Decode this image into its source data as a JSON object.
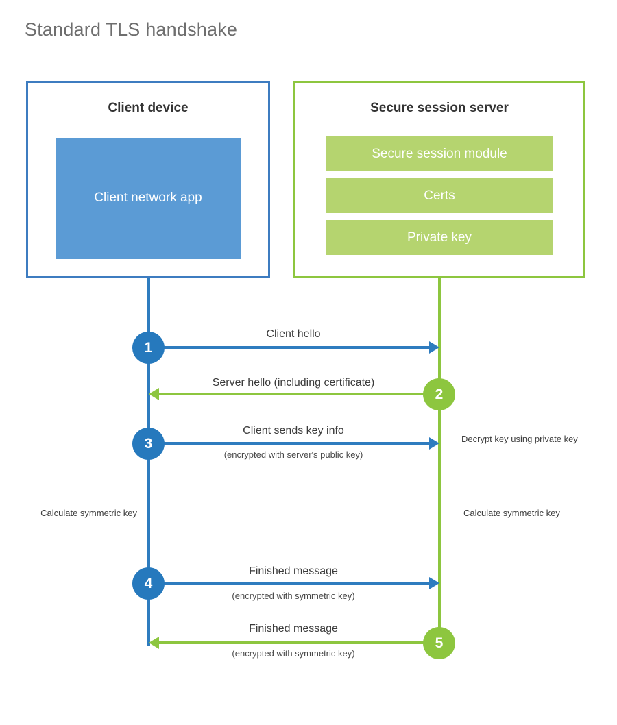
{
  "title": "Standard TLS handshake",
  "colors": {
    "client_accent": "#2e7cbf",
    "client_border": "#3d7cc0",
    "client_app_fill": "#5b9bd5",
    "server_accent": "#8dc63f",
    "server_border": "#8dc63f",
    "server_bar_fill": "#b5d46f",
    "title_text": "#6e6e6e",
    "body_text": "#3a3a3a"
  },
  "client": {
    "title": "Client device",
    "app_label": "Client network app"
  },
  "server": {
    "title": "Secure session server",
    "components": [
      {
        "label": "Secure session module"
      },
      {
        "label": "Certs"
      },
      {
        "label": "Private key"
      }
    ]
  },
  "steps": [
    {
      "number": "1",
      "label": "Client hello",
      "sublabel": "",
      "direction": "client-to-server",
      "color": "#2e7cbf"
    },
    {
      "number": "2",
      "label": "Server hello (including certificate)",
      "sublabel": "",
      "direction": "server-to-client",
      "color": "#8dc63f"
    },
    {
      "number": "3",
      "label": "Client sends key info",
      "sublabel": "(encrypted with server's public key)",
      "direction": "client-to-server",
      "color": "#2e7cbf"
    },
    {
      "number": "4",
      "label": "Finished message",
      "sublabel": "(encrypted with symmetric key)",
      "direction": "client-to-server",
      "color": "#2e7cbf"
    },
    {
      "number": "5",
      "label": "Finished message",
      "sublabel": "(encrypted with symmetric key)",
      "direction": "server-to-client",
      "color": "#8dc63f"
    }
  ],
  "notes": {
    "decrypt_key": "Decrypt key using private key",
    "calculate_symmetric_key_client": "Calculate symmetric key",
    "calculate_symmetric_key_server": "Calculate symmetric key"
  }
}
